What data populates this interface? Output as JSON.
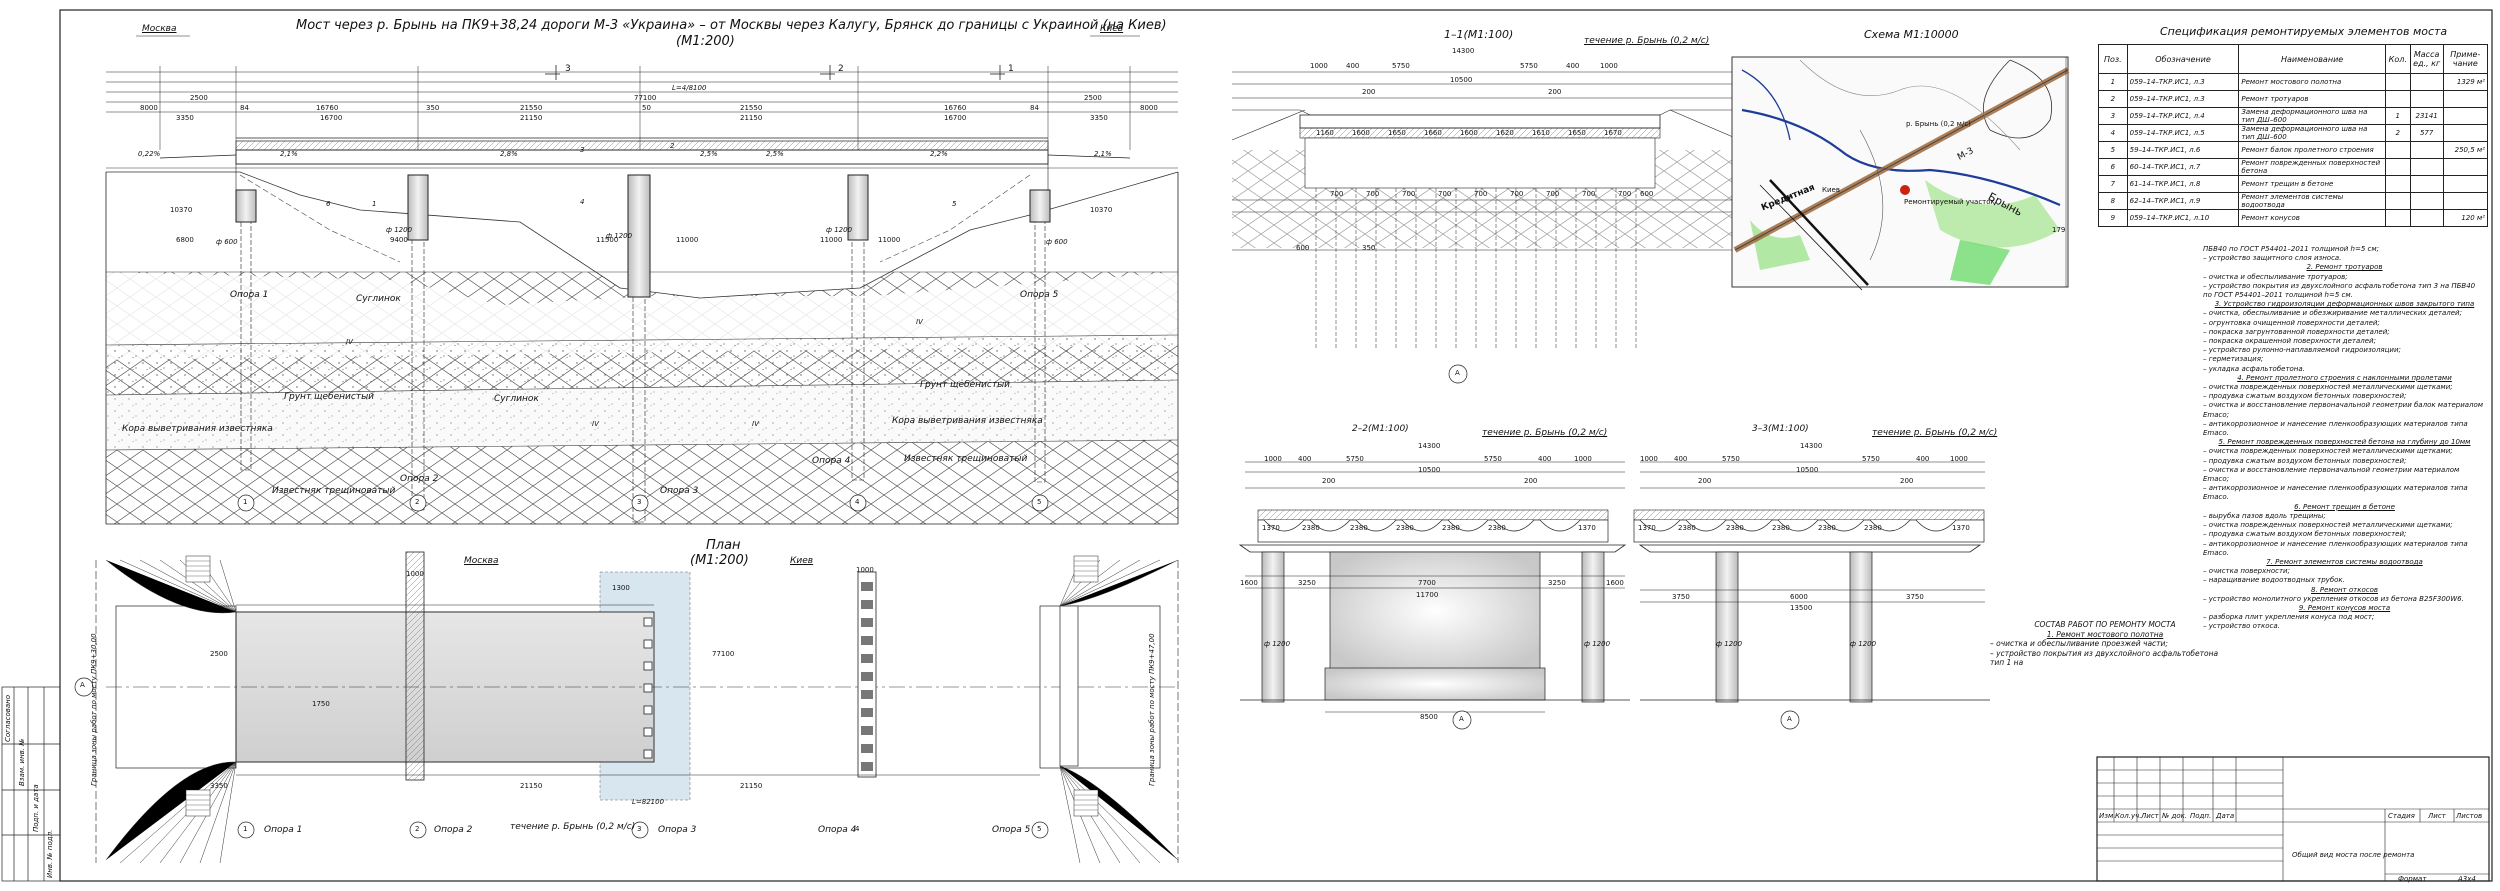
{
  "main_title": "Мост через р. Брынь на ПК9+38,24  дороги М-3 «Украина» – от Москвы через Калугу, Брянск до границы с Украиной (на Киев)",
  "main_scale": "(М1:200)",
  "dir_left": "Москва",
  "dir_right": "Киев",
  "elevation": {
    "length_label": "L=4/8100",
    "dims_top": [
      "2500",
      "77100",
      "2500"
    ],
    "dims_row2": [
      "8000",
      "84",
      "16760",
      "350",
      "21550",
      "50",
      "21550",
      "16760",
      "84",
      "8000"
    ],
    "dims_row3": [
      "3350",
      "16700",
      "21150",
      "21150",
      "16700",
      "3350"
    ],
    "slopes": [
      "0,22%",
      "2,1%",
      "2,8%",
      "2,5%",
      "2,5%",
      "2,2%",
      "2,1%"
    ],
    "section_marks": [
      "3",
      "2",
      "1"
    ],
    "pier_dims": [
      "10370",
      "6800",
      "9400",
      "11500",
      "11000",
      "11000",
      "11000",
      "10370"
    ],
    "piles": [
      "ф 600",
      "ф 1200",
      "ф 1200",
      "ф 1200",
      "ф 600"
    ],
    "supports": [
      "Опора 1",
      "Опора 2",
      "Опора 3",
      "Опора 4",
      "Опора 5"
    ],
    "soils": [
      "Суглинок",
      "Грунт щебенистый",
      "Суглинок",
      "Грунт щебенистый",
      "Кора выветривания известняка",
      "Кора выветривания известняка",
      "Известняк трещиноватый",
      "Известняк трещиноватый"
    ],
    "soil_codes": [
      "IV",
      "IV",
      "IV",
      "IV"
    ],
    "axis_marks": [
      "1",
      "2",
      "3",
      "4",
      "5"
    ],
    "part_marks": [
      "1",
      "2",
      "3",
      "4",
      "5",
      "6"
    ]
  },
  "plan": {
    "title": "План",
    "scale": "(М1:200)",
    "dir_left": "Москва",
    "dir_right": "Киев",
    "river": "течение р. Брынь (0,2 м/с)",
    "length_label": "L=82100",
    "dims": [
      "77100",
      "2500",
      "3350",
      "21150",
      "21150",
      "1300",
      "1000",
      "1750",
      "1000"
    ],
    "bound_left": "Граница зоны работ по мосту ПК9+30,00",
    "bound_right": "Граница зоны работ по мосту ПК9+47,00",
    "supports": [
      "Опора 1",
      "Опора 2",
      "Опора 3",
      "Опора 4",
      "Опора 5"
    ],
    "axis_marks": [
      "1",
      "2",
      "3",
      "4",
      "5"
    ],
    "section_A": "A"
  },
  "section11": {
    "title": "1–1(М1:100)",
    "river": "течение р. Брынь (0,2 м/с)",
    "total": "14300",
    "dims_top": [
      "1000",
      "400",
      "5750",
      "10500",
      "5750",
      "400",
      "1000"
    ],
    "dims_mid": [
      "200",
      "200"
    ],
    "beams": [
      "1160",
      "1600",
      "1650",
      "1660",
      "1600",
      "1620",
      "1610",
      "1650",
      "1670"
    ],
    "lower": [
      "700",
      "700",
      "700",
      "700",
      "700",
      "700",
      "700",
      "700",
      "700",
      "600"
    ],
    "bottom": [
      "600",
      "350"
    ],
    "mark": "A"
  },
  "section22": {
    "title": "2–2(М1:100)",
    "river": "течение р. Брынь (0,2 м/с)",
    "total": "14300",
    "dims_top": [
      "1000",
      "400",
      "5750",
      "10500",
      "5750",
      "400",
      "1000"
    ],
    "dims_mid": [
      "200",
      "200"
    ],
    "beams": [
      "1370",
      "2380",
      "2380",
      "2380",
      "2380",
      "2380",
      "1370"
    ],
    "pier": [
      "1600",
      "3250",
      "7700",
      "3250",
      "1600"
    ],
    "width_low": "11700",
    "footing": "8500",
    "piles": [
      "ф 1200",
      "ф 1200"
    ],
    "mark": "A"
  },
  "section33": {
    "title": "3–3(М1:100)",
    "river": "течение р. Брынь (0,2 м/с)",
    "total": "14300",
    "dims_top": [
      "1000",
      "400",
      "5750",
      "10500",
      "5750",
      "400",
      "1000"
    ],
    "dims_mid": [
      "200",
      "200"
    ],
    "beams": [
      "1370",
      "2380",
      "2380",
      "2380",
      "2380",
      "2380",
      "1370"
    ],
    "pier": [
      "3750",
      "6000",
      "3750"
    ],
    "width_low": "13500",
    "piles": [
      "ф 1200",
      "ф 1200"
    ],
    "mark": "A"
  },
  "scheme": {
    "title": "Схема М1:10000",
    "labels": [
      "Кредитная",
      "Брынь",
      "Киев",
      "р. Брынь (0,2 м/с)",
      "М-3",
      "Ремонтируемый участок"
    ],
    "numbers": [
      "179"
    ]
  },
  "spec": {
    "title": "Спецификация ремонтируемых элементов моста",
    "headers": [
      "Поз.",
      "Обозначение",
      "Наименование",
      "Кол.",
      "Масса ед., кг",
      "Приме-чание"
    ],
    "rows": [
      [
        "1",
        "059–14–ТКР.ИС1, л.3",
        "Ремонт мостового полотна",
        "",
        "",
        "1329 м²"
      ],
      [
        "2",
        "059–14–ТКР.ИС1, л.3",
        "Ремонт тротуаров",
        "",
        "",
        ""
      ],
      [
        "3",
        "059–14–ТКР.ИС1, л.4",
        "Замена деформационного шва на тип ДШ–600",
        "1",
        "23141",
        ""
      ],
      [
        "4",
        "059–14–ТКР.ИС1, л.5",
        "Замена деформационного шва на тип ДШ–600",
        "2",
        "577",
        ""
      ],
      [
        "5",
        "59–14–ТКР.ИС1, л.6",
        "Ремонт балок пролетного строения",
        "",
        "",
        "250,5 м²"
      ],
      [
        "6",
        "60–14–ТКР.ИС1, л.7",
        "Ремонт поврежденных поверхностей бетона",
        "",
        "",
        ""
      ],
      [
        "7",
        "61–14–ТКР.ИС1, л.8",
        "Ремонт трещин в бетоне",
        "",
        "",
        ""
      ],
      [
        "8",
        "62–14–ТКР.ИС1, л.9",
        "Ремонт элементов системы водоотвода",
        "",
        "",
        ""
      ],
      [
        "9",
        "059–14–ТКР.ИС1, л.10",
        "Ремонт конусов",
        "",
        "",
        "120 м²"
      ]
    ]
  },
  "notes": [
    {
      "t": "ПБВ40 по ГОСТ Р54401–2011 толщиной h=5 см;",
      "h": false
    },
    {
      "t": "– устройство защитного слоя износа.",
      "h": false
    },
    {
      "t": "2. Ремонт тротуаров",
      "h": true
    },
    {
      "t": "– очистка и обеспыливание тротуаров;",
      "h": false
    },
    {
      "t": "– устройство покрытия из двухслойного асфальтобетона тип 3 на ПБВ40 по ГОСТ Р54401–2011 толщиной h=5 см.",
      "h": false
    },
    {
      "t": "3. Устройство гидроизоляции деформационных швов закрытого типа",
      "h": true
    },
    {
      "t": "– очистка, обеспыливание и обезжиривание металлических деталей;",
      "h": false
    },
    {
      "t": "– огрунтовка очищенной поверхности деталей;",
      "h": false
    },
    {
      "t": "– покраска загрунтованной поверхности деталей;",
      "h": false
    },
    {
      "t": "– покраска окрашенной поверхности деталей;",
      "h": false
    },
    {
      "t": "– устройство рулонно-наплавляемой гидроизоляции;",
      "h": false
    },
    {
      "t": "– герметизация;",
      "h": false
    },
    {
      "t": "– укладка асфальтобетона.",
      "h": false
    },
    {
      "t": "4. Ремонт пролетного строения с наклонными пролетами",
      "h": true
    },
    {
      "t": "– очистка поврежденных поверхностей металлическими щетками;",
      "h": false
    },
    {
      "t": "– продувка сжатым воздухом бетонных поверхностей;",
      "h": false
    },
    {
      "t": "– очистка и восстановление первоначальной геометрии балок материалом Emaco;",
      "h": false
    },
    {
      "t": "– антикоррозионное и нанесение пленкообразующих материалов типа Emaco.",
      "h": false
    },
    {
      "t": "5. Ремонт поврежденных поверхностей бетона на глубину до 10мм",
      "h": true
    },
    {
      "t": "– очистка поврежденных поверхностей металлическими щетками;",
      "h": false
    },
    {
      "t": "– продувка сжатым воздухом бетонных поверхностей;",
      "h": false
    },
    {
      "t": "– очистка и восстановление первоначальной геометрии материалом Emaco;",
      "h": false
    },
    {
      "t": "– антикоррозионное и нанесение пленкообразующих материалов типа Emaco.",
      "h": false
    },
    {
      "t": "6. Ремонт трещин в бетоне",
      "h": true
    },
    {
      "t": "– вырубка пазов вдоль трещины;",
      "h": false
    },
    {
      "t": "– очистка поврежденных поверхностей металлическими щетками;",
      "h": false
    },
    {
      "t": "– продувка сжатым воздухом бетонных поверхностей;",
      "h": false
    },
    {
      "t": "– антикоррозионное и нанесение пленкообразующих материалов типа Emaco.",
      "h": false
    },
    {
      "t": "7. Ремонт элементов системы водоотвода",
      "h": true
    },
    {
      "t": "– очистка поверхности;",
      "h": false
    },
    {
      "t": "– наращивание водоотводных трубок.",
      "h": false
    },
    {
      "t": "8. Ремонт откосов",
      "h": true
    },
    {
      "t": "– устройство монолитного укрепления откосов из бетона В25F300W6.",
      "h": false
    },
    {
      "t": "9. Ремонт конусов моста",
      "h": true
    },
    {
      "t": "– разборка плит укрепления конуса под мост;",
      "h": false
    },
    {
      "t": "– устройство откоса.",
      "h": false
    }
  ],
  "works": [
    {
      "t": "СОСТАВ РАБОТ ПО РЕМОНТУ МОСТА",
      "k": "h"
    },
    {
      "t": "1. Ремонт мостового полотна",
      "k": "hu"
    },
    {
      "t": "– очистка и обеспыливание проезжей части;",
      "k": "n"
    },
    {
      "t": "– устройство покрытия из двухслойного асфальтобетона тип 1 на",
      "k": "n"
    }
  ],
  "stamp": {
    "cols": [
      "Изм.",
      "Кол.уч.",
      "Лист",
      "№ док.",
      "Подп.",
      "Дата"
    ],
    "stage": "Стадия",
    "sheet": "Лист",
    "sheets": "Листов",
    "name": "Общий вид моста после ремонта",
    "format_label": "Формат",
    "format": "А3х4"
  },
  "side": {
    "labels": [
      "Согласовано",
      "Взам. инв. №",
      "Подп. и дата",
      "Инв. № подл."
    ]
  }
}
